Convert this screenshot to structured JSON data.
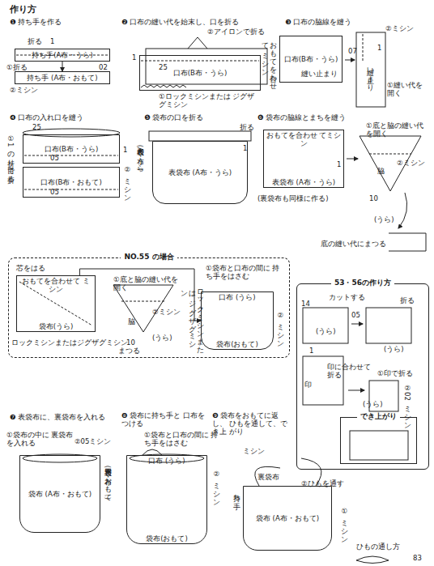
{
  "diagram": {
    "title": "作り方",
    "nodes": [
      {
        "text": [
          "持ち手(A布・うら)"
        ]
      },
      {
        "text": [
          "持ち手 (A布・おもて)"
        ]
      },
      {
        "text": [
          "口布(B布・うら)"
        ]
      },
      {
        "text": [
          "口布(B布・うら)"
        ]
      },
      {
        "text": [
          "口布(B布・うら)"
        ]
      },
      {
        "text": [
          "口布(B布・おもて)"
        ]
      },
      {
        "text": [
          "表袋布 (A布・うら)"
        ]
      },
      {
        "text": [
          "おもてを合わせ てミシン",
          "表袋布 (A布・うら)"
        ]
      },
      {
        "text": [
          "NO.55 の場合"
        ]
      },
      {
        "text": [
          "おもてを合わせて ミシン",
          "袋布(うら)"
        ],
        "in": 8
      },
      {
        "text": [
          "口布 (うら)",
          "袋布(おもて)"
        ],
        "in": 8
      },
      {
        "text": [
          "53・56の作り方"
        ]
      },
      {
        "text": [
          "でき上がり"
        ],
        "in": 11
      },
      {
        "text": [
          "袋布 (A布・おもて)"
        ]
      },
      {
        "text": [
          "口布 (うら)",
          "袋布(おもて)"
        ]
      },
      {
        "text": [
          "袋布 (A布・おもて)"
        ]
      }
    ],
    "edges": [
      {
        "from": 0,
        "to": 1,
        "arrow": "to"
      },
      {
        "from": 9,
        "to": 10,
        "arrow": "to"
      }
    ],
    "labels": [
      "❶ 持ち手を作る",
      "❷ 口布の縫い代を始末し、口を折る",
      "❸ 口布の脇線を縫う",
      "折る",
      "1",
      "①折る",
      "02",
      "②ミシン",
      "②アイロンで折る",
      "1",
      "25",
      "①ロックミシンまたは ジグザグミシン",
      "おもてを合わせて ミシン",
      "縫い止まり",
      "②ミシン",
      "07",
      "縫い止まり",
      "1",
      "①縫い代を 開く",
      "❹ 口布の入れ口を縫う",
      "❺ 袋布の口を折る",
      "❻ 袋布の脇線とまちを縫う",
      "25",
      "05",
      "05",
      "1",
      "①1の折り目で折る",
      "②ミシン",
      "表袋布 (A布・うら)",
      "折る",
      "1",
      "①底と脇の縫い代 を開く",
      "②ミシン",
      "1",
      "脇",
      "10",
      "(うら)",
      "(裏袋布も同様に作る)",
      "底の縫い代にまつる",
      "芯をはる",
      "ロックミシンまたはジグザグミシン",
      "①底と脇の縫い代を 開く",
      "②ミシン",
      "脇",
      "10",
      "(うら)",
      "まつる",
      "ロックミシンまたは ジグザグミシン",
      "①袋布と口布の間に 持ち手をはさむ",
      "②ミシン",
      "14",
      "カットする",
      "05",
      "折る",
      "(うら)",
      "(うら)",
      "1",
      "印",
      "印に合わせて 折る",
      "①印で折る",
      "(うら)",
      "②02ミシン",
      "❼ 表袋布に、裏袋布を入れる",
      "❽ 袋布に持ち手と 口布をつける",
      "❾ 袋布をおもてに返し、 ひもを通して、でき上 がり",
      "①袋布の中に 裏袋布を入れる",
      "②05ミシン",
      "裏袋布 (B布・おもて)",
      "①袋布と口布の間に 持ち手をはさむ",
      "②ミシン",
      "ミシン",
      "持ち手",
      "裏袋布",
      "②ひもを通す",
      "①ミシン",
      "ひもの通し方",
      "83"
    ]
  }
}
